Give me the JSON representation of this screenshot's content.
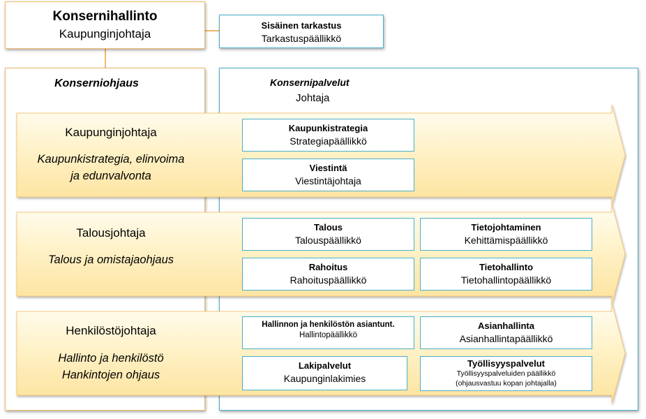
{
  "top": {
    "group": {
      "title": "Konsernihallinto",
      "subtitle": "Kaupunginjohtaja"
    },
    "audit": {
      "title": "Sisäinen tarkastus",
      "subtitle": "Tarkastuspäällikkö"
    }
  },
  "columns": {
    "steering": {
      "title": "Konserniohjaus"
    },
    "services": {
      "title": "Konsernipalvelut",
      "subtitle": "Johtaja"
    }
  },
  "bands": [
    {
      "title": "Kaupunginjohtaja",
      "subtitle_lines": [
        "Kaupunkistrategia, elinvoima",
        "ja edunvalvonta"
      ],
      "units": [
        {
          "title": "Kaupunkistrategia",
          "subtitle": "Strategiapäällikkö"
        },
        {
          "title": "Viestintä",
          "subtitle": "Viestintäjohtaja"
        }
      ]
    },
    {
      "title": "Talousjohtaja",
      "subtitle_lines": [
        "Talous ja omistajaohjaus"
      ],
      "units": [
        {
          "title": "Talous",
          "subtitle": "Talouspäällikkö"
        },
        {
          "title": "Tietojohtaminen",
          "subtitle": "Kehittämispäällikkö"
        },
        {
          "title": "Rahoitus",
          "subtitle": "Rahoituspäällikkö"
        },
        {
          "title": "Tietohallinto",
          "subtitle": "Tietohallintopäällikkö"
        }
      ]
    },
    {
      "title": "Henkilöstöjohtaja",
      "subtitle_lines": [
        "Hallinto ja henkilöstö",
        "Hankintojen ohjaus"
      ],
      "units": [
        {
          "title": "Hallinnon ja henkilöstön asiantunt.",
          "subtitle": "Hallintopäällikkö"
        },
        {
          "title": "Asianhallinta",
          "subtitle": "Asianhallintapäällikkö"
        },
        {
          "title": "Lakipalvelut",
          "subtitle": "Kaupunginlakimies"
        },
        {
          "title": "Työllisyyspalvelut",
          "subtitle_lines": [
            "Työllisyyspalveluiden päällikkö",
            "(ohjausvastuu kopan johtajalla)"
          ]
        }
      ]
    }
  ],
  "colors": {
    "orange_border": "#f0b869",
    "teal_border": "#4aaec9",
    "band_light": "#fffbee",
    "band_dark": "#fde29b"
  }
}
